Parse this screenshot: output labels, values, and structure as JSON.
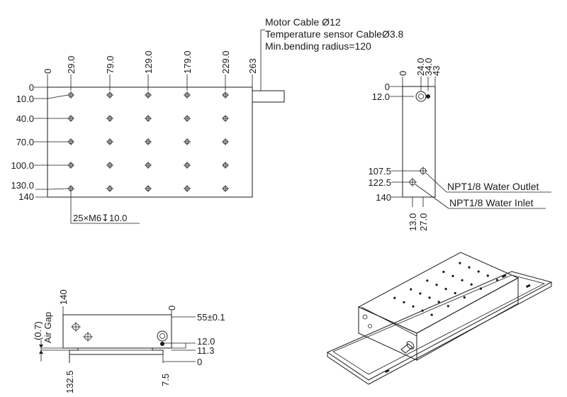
{
  "notes": {
    "cable_1": "Motor Cable Ø12",
    "cable_2": "Temperature sensor CableØ3.8",
    "cable_3": "Min.bending radius=120",
    "holes": "25×M6↧10.0"
  },
  "top_view": {
    "x_labels": [
      "0",
      "29.0",
      "79.0",
      "129.0",
      "179.0",
      "229.0",
      "263"
    ],
    "y_labels": [
      "0",
      "10.0",
      "40.0",
      "70.0",
      "100.0",
      "130.0",
      "140"
    ]
  },
  "side_view": {
    "top_labels": [
      "0",
      "24.0",
      "34.0",
      "43"
    ],
    "left_labels": [
      "0",
      "12.0",
      "107.5",
      "122.5",
      "140"
    ],
    "bottom_labels": [
      "13.0",
      "27.0"
    ],
    "water_outlet": "NPT1/8 Water Outlet",
    "water_inlet": "NPT1/8 Water Inlet"
  },
  "front_view": {
    "air_gap_value": "(0.7)",
    "air_gap_label": "Air Gap",
    "top_label": "140",
    "right_labels": [
      "0",
      "55±0.1",
      "12.0",
      "11.3",
      "0"
    ],
    "bottom_labels": [
      "132.5",
      "7.5"
    ]
  }
}
